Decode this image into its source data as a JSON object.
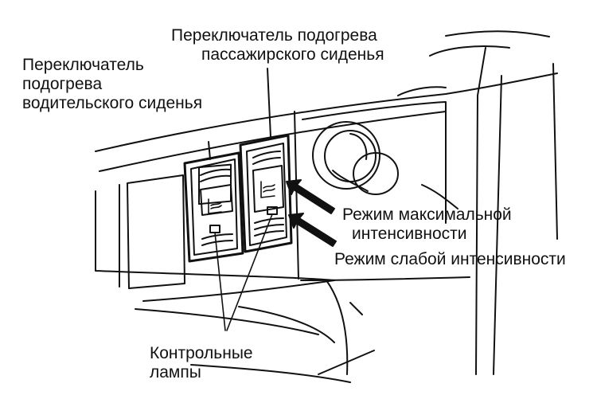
{
  "labels": {
    "passenger_switch": [
      "Переключатель подогрева",
      "пассажирского сиденья"
    ],
    "driver_switch": [
      "Переключатель",
      "подогрева",
      "водительского сиденья"
    ],
    "max_mode": [
      "Режим максимальной",
      "интенсивности"
    ],
    "low_mode": [
      "Режим слабой интенсивности"
    ],
    "indicator_lamps": [
      "Контрольные",
      "лампы"
    ]
  },
  "colors": {
    "line": "#111111",
    "background": "#ffffff"
  },
  "icons": [
    "seat-heater-icon",
    "arrow-icon"
  ]
}
